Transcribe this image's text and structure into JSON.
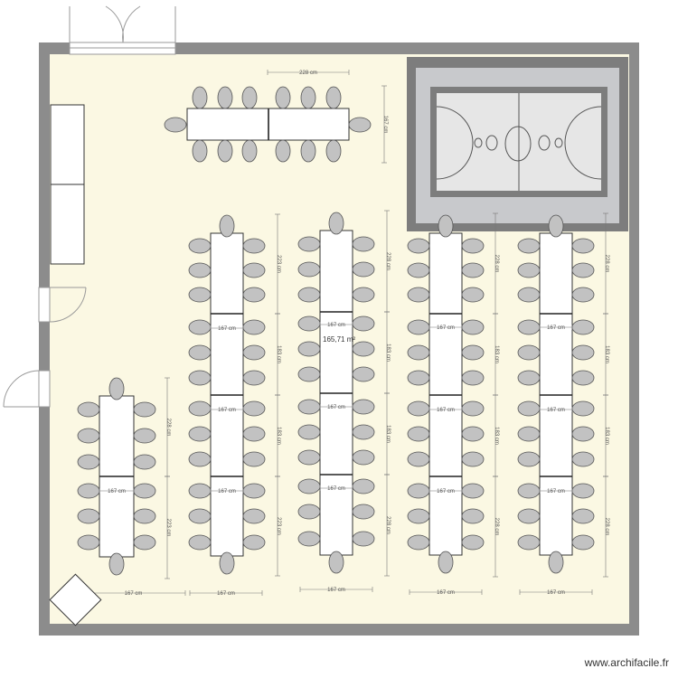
{
  "colors": {
    "wall": "#8c8c8c",
    "floor": "#fbf8e3",
    "stage_outer": "#7d7d7d",
    "stage_mid": "#c8c9cc",
    "stage_inner": "#e6e6e6",
    "chair": "#c2c2c2",
    "table": "#ffffff",
    "dim": "#777777"
  },
  "icons": {
    "door": "door-swing-icon",
    "window": "french-window-icon",
    "stage": "dance-floor-icon"
  },
  "dimensions": {
    "d228": "228 cm",
    "d167": "167 cm",
    "d183": "183 cm",
    "d223": "223 cm"
  },
  "annotation": "165,71 m²",
  "brand": "www.archifacile.fr"
}
